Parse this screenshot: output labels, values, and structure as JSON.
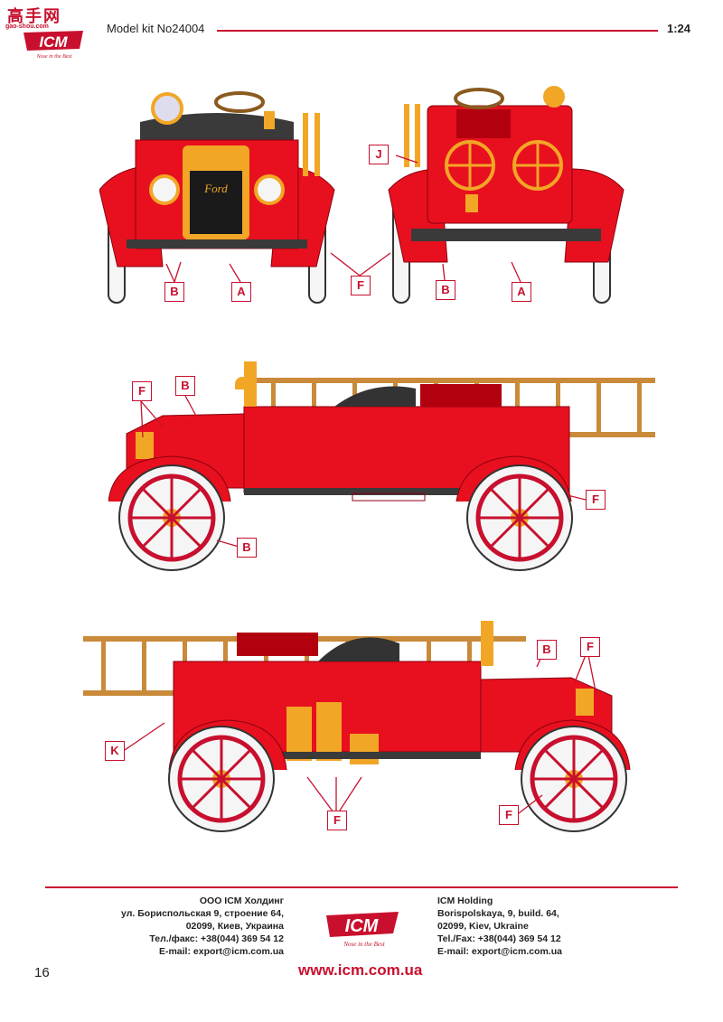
{
  "header": {
    "title": "Model kit No24004",
    "scale": "1:24"
  },
  "watermark": {
    "chars": "高手网",
    "url": "gao-shou.com"
  },
  "brand": {
    "logo": "ICM",
    "slogan": "Nose in the Best"
  },
  "colors": {
    "accent": "#c8102e",
    "body_red": "#e8101e",
    "brass": "#f2a626",
    "tire": "#f5f5f5",
    "dark": "#3a3a3a"
  },
  "callouts": {
    "front": [
      "B",
      "A",
      "F"
    ],
    "rear": [
      "J",
      "B",
      "A"
    ],
    "side_right": [
      "F",
      "B",
      "F",
      "B"
    ],
    "side_left": [
      "B",
      "F",
      "K",
      "F",
      "F"
    ]
  },
  "footer": {
    "left_lines": [
      "ООО ICM Холдинг",
      "ул. Бориспольская 9, строение 64,",
      "02099, Киев, Украина",
      "Тел./факс: +38(044) 369 54 12",
      "E-mail: export@icm.com.ua"
    ],
    "right_lines": [
      "ICM Holding",
      "Borispolskaya, 9, build. 64,",
      "02099, Kiev, Ukraine",
      "Tel./Fax: +38(044) 369 54 12",
      "E-mail: export@icm.com.ua"
    ],
    "url": "www.icm.com.ua",
    "page_number": "16"
  },
  "illustrations": {
    "front_badge": "Ford"
  }
}
